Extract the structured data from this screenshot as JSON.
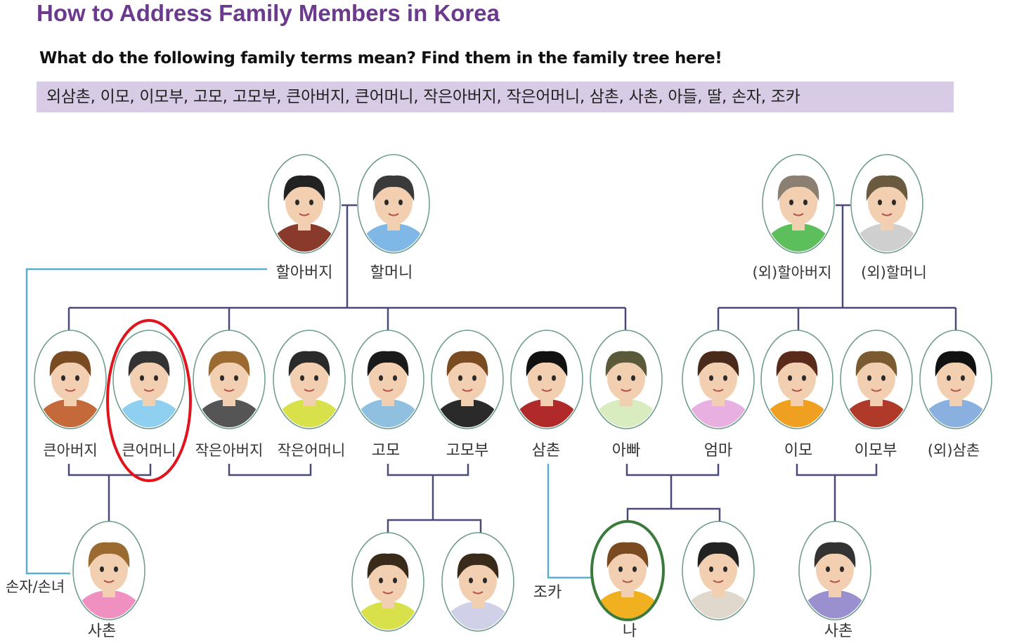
{
  "title": "How to Address Family Members in Korea",
  "instruction": "What do the following family terms mean? Find them in the family tree here!",
  "terms": "외삼촌, 이모, 이모부, 고모, 고모부, 큰아버지, 큰어머니, 작은아버지, 작은어머니, 삼촌, 사촌, 아들, 딸, 손자, 조카",
  "colors": {
    "title": "#6b3a8e",
    "terms_bar": "#d8cbe5",
    "tree_line": "#4a4a7a",
    "accent_line": "#5aaed0",
    "highlight": "#e0141c",
    "me_border": "#3a7a3a"
  },
  "labels": {
    "grandfather": "할아버지",
    "grandmother": "할머니",
    "maternal_grandfather": "(외)할아버지",
    "maternal_grandmother": "(외)할머니",
    "big_uncle": "큰아버지",
    "big_aunt": "큰어머니",
    "small_uncle": "작은아버지",
    "small_aunt": "작은어머니",
    "gomo": "고모",
    "gomobu": "고모부",
    "samchon": "삼촌",
    "dad": "아빠",
    "mom": "엄마",
    "imo": "이모",
    "imobu": "이모부",
    "maternal_samchon": "(외)삼촌",
    "grandchild": "손자/손녀",
    "cousin_left": "사촌",
    "nephew": "조카",
    "me": "나",
    "cousin_right": "사촌"
  },
  "people": [
    {
      "id": "grandfather",
      "hair": "#222222",
      "shirt": "#8a3a2a",
      "skin": "#f2cfb0"
    },
    {
      "id": "grandmother",
      "hair": "#3a3a3a",
      "shirt": "#7fb7e6",
      "skin": "#f2cfb0"
    },
    {
      "id": "maternal_grandfather",
      "hair": "#8a7f70",
      "shirt": "#5cbf5c",
      "skin": "#f2cfb0"
    },
    {
      "id": "maternal_grandmother",
      "hair": "#6a5a40",
      "shirt": "#cfcfcf",
      "skin": "#f2cfb0"
    },
    {
      "id": "big_uncle",
      "hair": "#7a4a20",
      "shirt": "#c46a3a",
      "skin": "#f2cfb0"
    },
    {
      "id": "big_aunt",
      "hair": "#333333",
      "shirt": "#8fd0f0",
      "skin": "#f2cfb0"
    },
    {
      "id": "small_uncle",
      "hair": "#9a6a30",
      "shirt": "#555555",
      "skin": "#f2cfb0"
    },
    {
      "id": "small_aunt",
      "hair": "#2a2a2a",
      "shirt": "#d8e04a",
      "skin": "#f2cfb0"
    },
    {
      "id": "gomo",
      "hair": "#1a1a1a",
      "shirt": "#8fc0e0",
      "skin": "#f2cfb0"
    },
    {
      "id": "gomobu",
      "hair": "#7a4a20",
      "shirt": "#2a2a2a",
      "skin": "#f2cfb0"
    },
    {
      "id": "samchon",
      "hair": "#111111",
      "shirt": "#b02a2a",
      "skin": "#f2cfb0"
    },
    {
      "id": "dad",
      "hair": "#5a5a3a",
      "shirt": "#d8ecc0",
      "skin": "#f2cfb0"
    },
    {
      "id": "mom",
      "hair": "#4a2a1a",
      "shirt": "#e8b0e0",
      "skin": "#f2cfb0"
    },
    {
      "id": "imo",
      "hair": "#5a2a1a",
      "shirt": "#f0a020",
      "skin": "#f2cfb0"
    },
    {
      "id": "imobu",
      "hair": "#7a5a30",
      "shirt": "#b03a2a",
      "skin": "#f2cfb0"
    },
    {
      "id": "maternal_samchon",
      "hair": "#111111",
      "shirt": "#8ab0e0",
      "skin": "#f2cfb0"
    },
    {
      "id": "cousin_left",
      "hair": "#9a6a30",
      "shirt": "#f090c0",
      "skin": "#f2cfb0"
    },
    {
      "id": "cousin_g1",
      "hair": "#3a2a1a",
      "shirt": "#d8e04a",
      "skin": "#f2cfb0"
    },
    {
      "id": "cousin_g2",
      "hair": "#3a2a1a",
      "shirt": "#d0d0e8",
      "skin": "#f2cfb0"
    },
    {
      "id": "me",
      "hair": "#7a4a20",
      "shirt": "#f0b020",
      "skin": "#f2cfb0"
    },
    {
      "id": "sibling",
      "hair": "#222222",
      "shirt": "#e0d8cc",
      "skin": "#f2cfb0"
    },
    {
      "id": "cousin_right",
      "hair": "#333333",
      "shirt": "#9a90d0",
      "skin": "#f2cfb0"
    }
  ]
}
